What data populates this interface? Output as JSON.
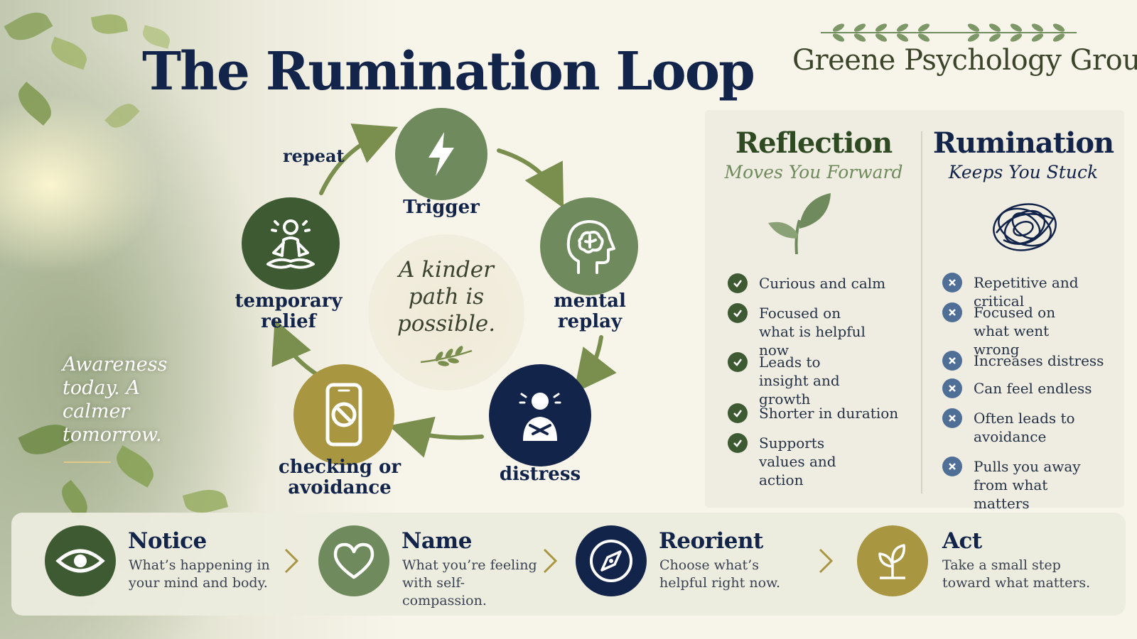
{
  "header": {
    "title": "The Rumination Loop",
    "brand": "Greene Psychology Group"
  },
  "loop": {
    "nodes": [
      {
        "id": "trigger",
        "label": "Trigger",
        "icon": "lightning-icon"
      },
      {
        "id": "replay",
        "label": "mental replay",
        "icon": "brain-icon"
      },
      {
        "id": "distress",
        "label": "distress",
        "icon": "distressed-person-icon"
      },
      {
        "id": "checking",
        "label": "checking or avoidance",
        "icon": "phone-blocked-icon"
      },
      {
        "id": "relief",
        "label": "temporary relief",
        "icon": "meditation-icon"
      }
    ],
    "repeat_label": "repeat",
    "center_text": "A kinder path is possible."
  },
  "side_quote": "Awareness today. A calmer tomorrow.",
  "comparison": {
    "reflection": {
      "title": "Reflection",
      "subtitle": "Moves You Forward",
      "icon": "leaf-sprout-icon",
      "items": [
        "Curious and calm",
        "Focused on what is helpful now",
        "Leads to insight and growth",
        "Shorter in duration",
        "Supports values and action"
      ]
    },
    "rumination": {
      "title": "Rumination",
      "subtitle": "Keeps You Stuck",
      "icon": "tangled-scribble-icon",
      "items": [
        "Repetitive and critical",
        "Focused on what went wrong",
        "Increases distress",
        "Can feel endless",
        "Often leads to avoidance",
        "Pulls you away from what matters"
      ]
    }
  },
  "steps": [
    {
      "title": "Notice",
      "desc": "What’s happening in your mind and body.",
      "icon": "eye-icon"
    },
    {
      "title": "Name",
      "desc": "What you’re feeling with self-compassion.",
      "icon": "heart-icon"
    },
    {
      "title": "Reorient",
      "desc": "Choose what’s helpful right now.",
      "icon": "compass-icon"
    },
    {
      "title": "Act",
      "desc": "Take a small step toward what matters.",
      "icon": "sprout-icon"
    }
  ],
  "colors": {
    "navy": "#13244a",
    "dark_green": "#3d5a32",
    "sage": "#6f8a5c",
    "gold": "#a89640",
    "panel": "#eeece0"
  }
}
